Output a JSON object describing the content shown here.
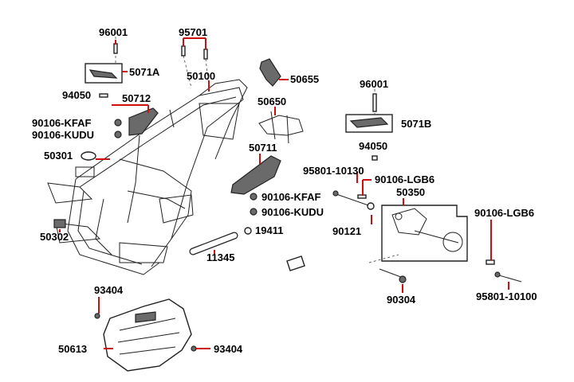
{
  "diagram": {
    "part_numbers": {
      "p96001_left": "96001",
      "p95701": "95701",
      "p5071A": "5071A",
      "p50100": "50100",
      "p50655": "50655",
      "p94050_left": "94050",
      "p50712": "50712",
      "p90106_KFAF_left": "90106-KFAF",
      "p90106_KUDU_left": "90106-KUDU",
      "p50650": "50650",
      "p96001_right": "96001",
      "p5071B": "5071B",
      "p50301": "50301",
      "p50711": "50711",
      "p94050_right": "94050",
      "p95801_10130": "95801-10130",
      "p90106_LGB6_top": "90106-LGB6",
      "p50350": "50350",
      "p90106_KFAF_mid": "90106-KFAF",
      "p90106_KUDU_mid": "90106-KUDU",
      "p90106_LGB6_right": "90106-LGB6",
      "p19411": "19411",
      "p50302": "50302",
      "p90121": "90121",
      "p11345": "11345",
      "p93404_top": "93404",
      "p90304": "90304",
      "p95801_10100": "95801-10100",
      "p50613": "50613",
      "p93404_bottom": "93404"
    },
    "colors": {
      "leader": "#cc1010",
      "label": "#000000",
      "line_art": "#222222"
    }
  }
}
